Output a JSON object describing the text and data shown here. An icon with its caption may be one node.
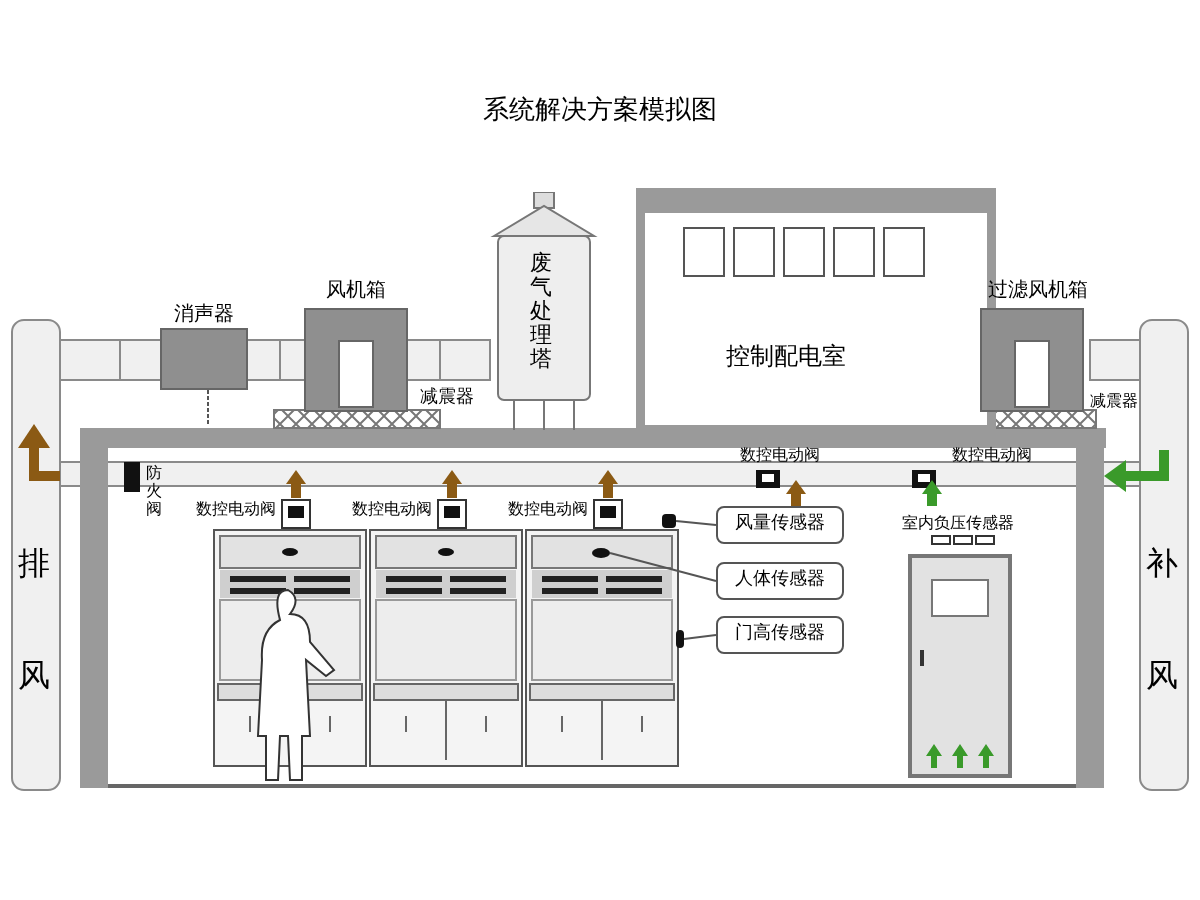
{
  "diagram": {
    "title": "系统解决方案模拟图",
    "nodes": [
      {
        "text": [
          "消声器"
        ]
      },
      {
        "text": [
          "风机箱"
        ]
      },
      {
        "text": [
          "废气处理塔"
        ]
      },
      {
        "text": [
          "控制配电室"
        ]
      },
      {
        "text": [
          "过滤风机箱"
        ]
      },
      {
        "text": [
          "风量传感器"
        ]
      },
      {
        "text": [
          "人体传感器"
        ]
      },
      {
        "text": [
          "门高传感器"
        ]
      },
      {
        "text": [],
        "shape": "box"
      },
      {
        "text": [],
        "shape": "circle"
      },
      {
        "text": [],
        "shape": "box"
      }
    ],
    "edges": [
      {
        "from": 5,
        "to": 8,
        "arrow": "none"
      },
      {
        "from": 6,
        "to": 9,
        "arrow": "none"
      },
      {
        "from": 7,
        "to": 10,
        "arrow": "none"
      }
    ],
    "labels": [
      "减震器",
      "减震器",
      "数控电动阀",
      "数控电动阀",
      "防火阀",
      "数控电动阀",
      "数控电动阀",
      "数控电动阀",
      "室内负压传感器",
      "排",
      "补",
      "风",
      "风"
    ]
  }
}
